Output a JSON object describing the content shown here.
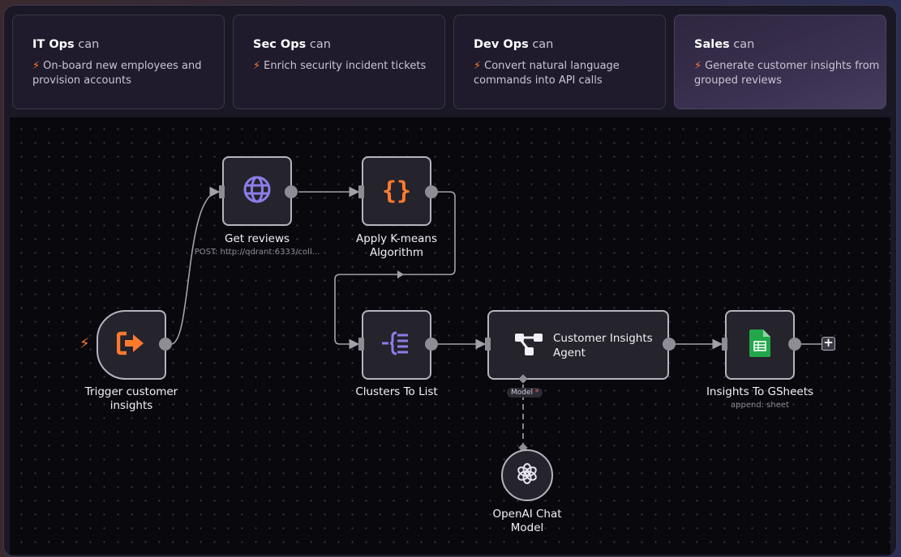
{
  "cards": [
    {
      "team": "IT Ops",
      "suffix": "can",
      "bolt_icon": "⚡",
      "description": "On-board new employees and provision accounts",
      "active": false
    },
    {
      "team": "Sec Ops",
      "suffix": "can",
      "bolt_icon": "⚡",
      "description": "Enrich security incident tickets",
      "active": false
    },
    {
      "team": "Dev Ops",
      "suffix": "can",
      "bolt_icon": "⚡",
      "description": "Convert natural language commands into API calls",
      "active": false
    },
    {
      "team": "Sales",
      "suffix": "can",
      "bolt_icon": "⚡",
      "description": "Generate customer insights from grouped reviews",
      "active": true
    }
  ],
  "workflow": {
    "nodes": {
      "trigger": {
        "label_line1": "Trigger customer",
        "label_line2": "insights",
        "icon": "sign-out-arrow-icon",
        "badge_icon": "⚡"
      },
      "get_reviews": {
        "label": "Get reviews",
        "sublabel": "POST: http://qdrant:6333/coll...",
        "icon": "globe-icon"
      },
      "kmeans": {
        "label_line1": "Apply K-means",
        "label_line2": "Algorithm",
        "icon": "code-braces-icon",
        "icon_text": "{}"
      },
      "clusters": {
        "label": "Clusters To List",
        "icon": "split-out-icon"
      },
      "agent": {
        "label_line1": "Customer Insights",
        "label_line2": "Agent",
        "icon": "robot-agent-icon",
        "model_connector": "Model",
        "required_mark": "*"
      },
      "gsheets": {
        "label": "Insights To GSheets",
        "sublabel": "append: sheet",
        "icon": "google-sheets-icon"
      },
      "openai": {
        "label_line1": "OpenAI Chat",
        "label_line2": "Model",
        "icon": "openai-icon"
      }
    },
    "add_button": "+",
    "colors": {
      "accent_orange": "#ff7a2f",
      "accent_purple": "#8b7ee8",
      "sheets_green": "#22a84a",
      "node_border": "#b6b3bf"
    }
  }
}
